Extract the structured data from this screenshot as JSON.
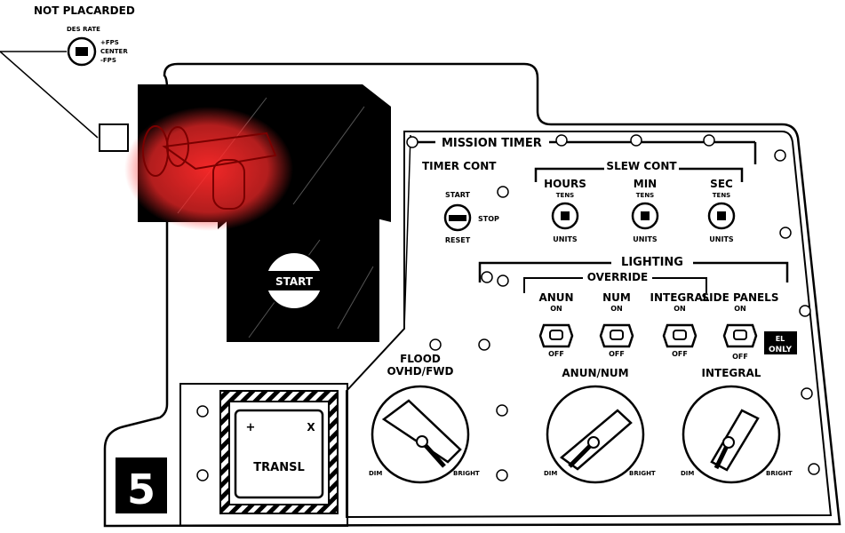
{
  "callout": {
    "title": "NOT PLACARDED",
    "switch_label": "DES RATE",
    "positions": [
      "+FPS",
      "CENTER",
      "-FPS"
    ]
  },
  "start_button": "START",
  "mission_timer": {
    "title": "MISSION TIMER",
    "timer_cont": {
      "label": "TIMER CONT",
      "top": "START",
      "side": "STOP",
      "bottom": "RESET"
    },
    "slew_cont": {
      "label": "SLEW CONT",
      "switches": [
        {
          "label": "HOURS",
          "top": "TENS",
          "bottom": "UNITS"
        },
        {
          "label": "MIN",
          "top": "TENS",
          "bottom": "UNITS"
        },
        {
          "label": "SEC",
          "top": "TENS",
          "bottom": "UNITS"
        }
      ]
    }
  },
  "lighting": {
    "title": "LIGHTING",
    "override": "OVERRIDE",
    "switches": [
      {
        "label": "ANUN",
        "top": "ON",
        "bottom": "OFF"
      },
      {
        "label": "NUM",
        "top": "ON",
        "bottom": "OFF"
      },
      {
        "label": "INTEGRAL",
        "top": "ON",
        "bottom": "OFF"
      },
      {
        "label": "SIDE PANELS",
        "top": "ON",
        "bottom": "OFF"
      }
    ],
    "el_only_badge": [
      "EL",
      "ONLY"
    ],
    "knobs": [
      {
        "label1": "FLOOD",
        "label2": "OVHD/FWD",
        "min": "DIM",
        "max": "BRIGHT"
      },
      {
        "label1": "",
        "label2": "ANUN/NUM",
        "min": "DIM",
        "max": "BRIGHT"
      },
      {
        "label1": "",
        "label2": "INTEGRAL",
        "min": "DIM",
        "max": "BRIGHT"
      }
    ]
  },
  "transl": {
    "plus": "+",
    "x": "X",
    "label": "TRANSL"
  },
  "panel_number": "5",
  "colors": {
    "highlight": "#ff2a2a",
    "ink": "#000000"
  }
}
